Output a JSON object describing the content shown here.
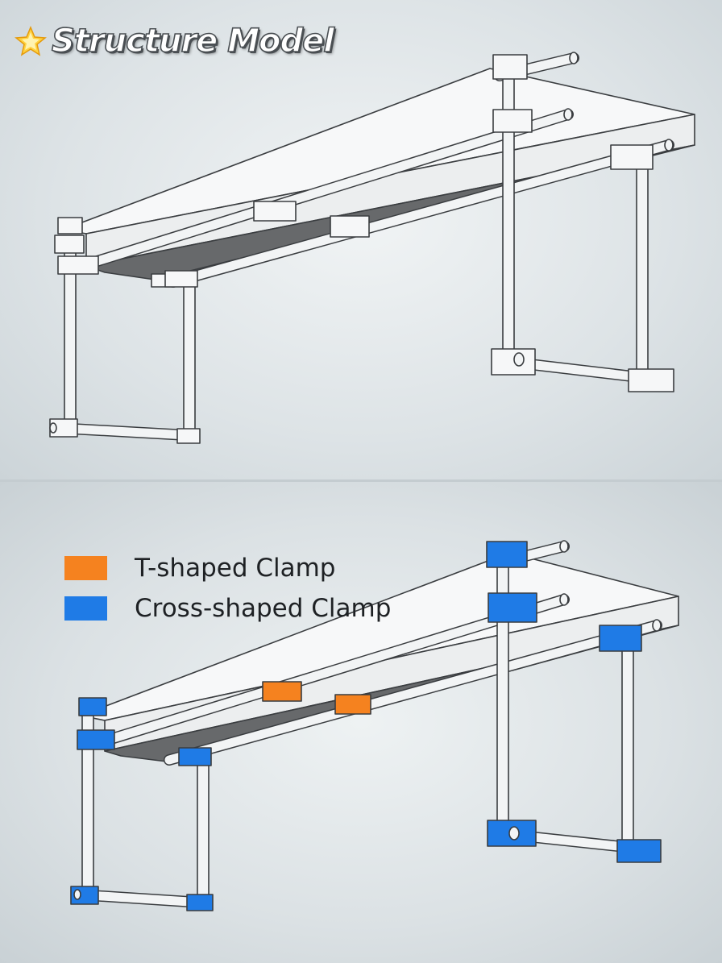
{
  "header": {
    "title": "Structure Model",
    "icon": "sparkle-star-icon"
  },
  "legend": {
    "items": [
      {
        "label": "T-shaped Clamp",
        "color": "#f5821f"
      },
      {
        "label": "Cross-shaped Clamp",
        "color": "#1f7be6"
      }
    ]
  },
  "colors": {
    "background": "#dfe4e7",
    "beam_top": "#f7f8f9",
    "beam_side": "#eceeef",
    "beam_underside": "#67696b",
    "pipe": "#f2f4f5",
    "outline": "#3a3d40",
    "clamp_plain": "#f6f7f8",
    "t_clamp": "#f5821f",
    "cross_clamp": "#1f7be6"
  }
}
